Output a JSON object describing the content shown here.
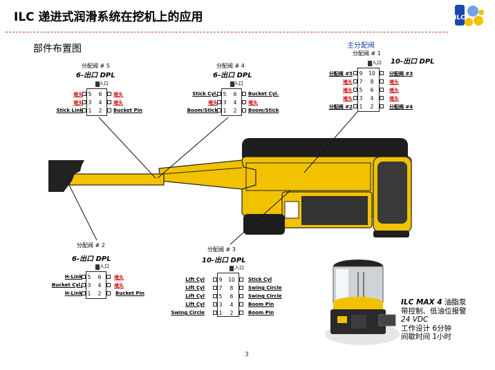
{
  "header": {
    "title": "ILC 递进式润滑系统在挖机上的应用",
    "logo_text": "ILC",
    "section_title": "部件布置图",
    "page_number": "3"
  },
  "main_distributor_label": "主分配阀",
  "colors": {
    "title_rule": "#c0392b",
    "excavator_yellow": "#f2c200",
    "blue_text": "#1a3aa8",
    "red_label": "#d01010"
  },
  "valves": {
    "v1": {
      "name": "分配阀 # 1",
      "type": "10-出口 DPL",
      "inlet": "入口",
      "rows": [
        {
          "left": "分配阀 #5",
          "ln": "9",
          "rn": "10",
          "right": "分配阀 #3"
        },
        {
          "left": "堵头",
          "ln": "7",
          "rn": "8",
          "right": "堵头"
        },
        {
          "left": "堵头",
          "ln": "5",
          "rn": "6",
          "right": "堵头"
        },
        {
          "left": "堵头",
          "ln": "3",
          "rn": "4",
          "right": "堵头"
        },
        {
          "left": "分配阀 #2",
          "ln": "1",
          "rn": "2",
          "right": "分配阀 #4"
        }
      ]
    },
    "v2": {
      "name": "分配阀 # 2",
      "type": "6-出口 DPL",
      "inlet": "入口",
      "rows": [
        {
          "left": "H-Link",
          "ln": "5",
          "rn": "6",
          "right": "堵头"
        },
        {
          "left": "Bucket Cyl.",
          "ln": "3",
          "rn": "4",
          "right": "堵头"
        },
        {
          "left": "H-Link",
          "ln": "1",
          "rn": "2",
          "right": "Bucket Pin"
        }
      ]
    },
    "v3": {
      "name": "分配阀 # 3",
      "type": "10-出口 DPL",
      "inlet": "入口",
      "rows": [
        {
          "left": "Lift Cyl",
          "ln": "9",
          "rn": "10",
          "right": "Stick Cyl"
        },
        {
          "left": "Lift Cyl",
          "ln": "7",
          "rn": "8",
          "right": "Swing Circle"
        },
        {
          "left": "Lift Cyl",
          "ln": "5",
          "rn": "6",
          "right": "Swing Circle"
        },
        {
          "left": "Lift Cyl",
          "ln": "3",
          "rn": "4",
          "right": "Boom Pin"
        },
        {
          "left": "Swing Circle",
          "ln": "1",
          "rn": "2",
          "right": "Boom Pin"
        }
      ]
    },
    "v4": {
      "name": "分配阀 # 4",
      "type": "6-出口 DPL",
      "inlet": "入口",
      "rows": [
        {
          "left": "Stick Cyl.",
          "ln": "5",
          "rn": "6",
          "right": "Bucket Cyl."
        },
        {
          "left": "堵头",
          "ln": "3",
          "rn": "4",
          "right": "堵头"
        },
        {
          "left": "Boom/Stick",
          "ln": "1",
          "rn": "2",
          "right": "Boom/Stick"
        }
      ]
    },
    "v5": {
      "name": "分配阀 # 5",
      "type": "6-出口 DPL",
      "inlet": "入口",
      "rows": [
        {
          "left": "堵头",
          "ln": "5",
          "rn": "6",
          "right": "堵头"
        },
        {
          "left": "堵头",
          "ln": "3",
          "rn": "4",
          "right": "堵头"
        },
        {
          "left": "Stick Link",
          "ln": "1",
          "rn": "2",
          "right": "Bucket Pin"
        }
      ]
    }
  },
  "pump": {
    "model": "ILC MAX 4",
    "model_suffix": "油脂泵",
    "line1": "带控制、低油位报警",
    "line2": "24 VDC",
    "line3": "工作设计 6分钟",
    "line4": "间歇时间 1小时"
  }
}
